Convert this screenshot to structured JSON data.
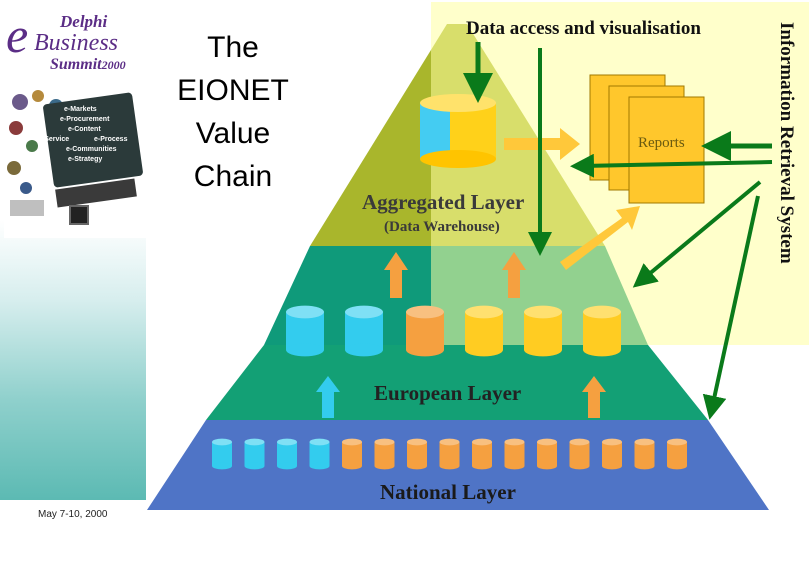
{
  "sidebar": {
    "logo": {
      "e": "e",
      "delphi": "Delphi",
      "business": "Business",
      "summit": "Summit",
      "year": "2000"
    },
    "collage_items": [
      "e-Markets",
      "e-Procurement",
      "e-Content",
      "e-Service",
      "e-Process",
      "e-Communities",
      "e-Strategy"
    ],
    "date": "May 7-10, 2000"
  },
  "title_lines": [
    "The",
    "EIONET",
    "Value",
    "Chain"
  ],
  "diagram": {
    "top_label": "Data access and visualisation",
    "side_label": "Information Retrieval System",
    "reports_label": "Reports",
    "aggregated_layer": "Aggregated Layer",
    "data_warehouse": "(Data Warehouse)",
    "european_layer": "European Layer",
    "national_layer": "National Layer",
    "colors": {
      "national": "#4f74c6",
      "european": "#13a075",
      "upper": "#0f9a7a",
      "aggregated": "#b8c23a",
      "highlight": "#ffffa8",
      "cyan_db": "#33ccee",
      "orange_db": "#f5a040",
      "yellow_db": "#ffcc22",
      "green_arrow": "#0a7a1a"
    }
  }
}
